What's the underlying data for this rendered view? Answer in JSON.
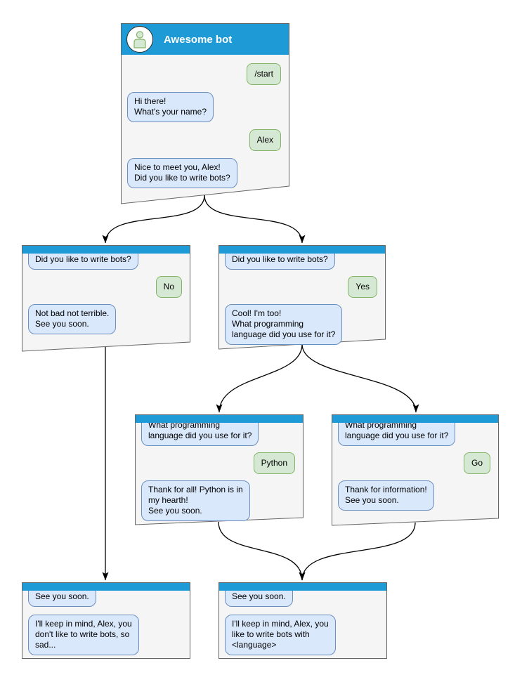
{
  "colors": {
    "header_blue": "#1E9BD7",
    "window_fill": "#F5F5F5",
    "window_stroke": "#666666",
    "bot_bubble_fill": "#DAE8FC",
    "bot_bubble_stroke": "#6C8EBF",
    "user_bubble_fill": "#D5E8D4",
    "user_bubble_stroke": "#82B366",
    "arrow": "#000000"
  },
  "windows": {
    "main": {
      "title": "Awesome bot",
      "messages": [
        {
          "from": "user",
          "text": "/start"
        },
        {
          "from": "bot",
          "text": "Hi there!\nWhat's your name?"
        },
        {
          "from": "user",
          "text": "Alex"
        },
        {
          "from": "bot",
          "text": "Nice to meet you, Alex!\nDid you like to write bots?"
        }
      ]
    },
    "no_branch": {
      "messages": [
        {
          "from": "bot",
          "text": "Did you like to write bots?"
        },
        {
          "from": "user",
          "text": "No"
        },
        {
          "from": "bot",
          "text": "Not bad not terrible.\nSee you soon."
        }
      ]
    },
    "yes_branch": {
      "messages": [
        {
          "from": "bot",
          "text": "Did you like to write bots?"
        },
        {
          "from": "user",
          "text": "Yes"
        },
        {
          "from": "bot",
          "text": "Cool! I'm too!\nWhat programming\nlanguage did you use for it?"
        }
      ]
    },
    "python_branch": {
      "messages": [
        {
          "from": "bot",
          "text": "What programming\nlanguage did you use for it?"
        },
        {
          "from": "user",
          "text": "Python"
        },
        {
          "from": "bot",
          "text": "Thank for all! Python is in\nmy hearth!\nSee you soon."
        }
      ]
    },
    "go_branch": {
      "messages": [
        {
          "from": "bot",
          "text": "What programming\nlanguage did you use for it?"
        },
        {
          "from": "user",
          "text": "Go"
        },
        {
          "from": "bot",
          "text": "Thank for information!\nSee you soon."
        }
      ]
    },
    "end_no": {
      "messages": [
        {
          "from": "bot",
          "text": "See you soon."
        },
        {
          "from": "bot",
          "text": "I'll keep in mind, Alex, you\ndon't like to write bots, so\nsad..."
        }
      ]
    },
    "end_yes": {
      "messages": [
        {
          "from": "bot",
          "text": "See you soon."
        },
        {
          "from": "bot",
          "text": "I'll keep in mind, Alex, you\nlike to write bots with\n<language>"
        }
      ]
    }
  }
}
